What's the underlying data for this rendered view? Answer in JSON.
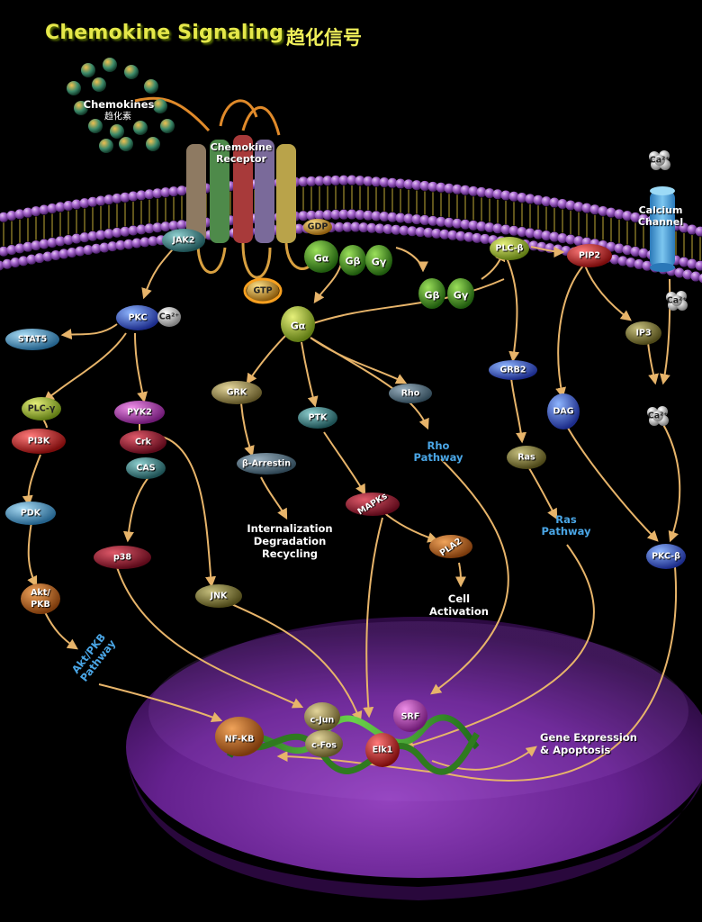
{
  "title": {
    "en": "Chemokine Signaling",
    "zh": "趋化信号"
  },
  "labels": {
    "chemokines": "Chemokines",
    "chemokines_zh": "趋化素",
    "receptor": "Chemokine\nReceptor",
    "calcium_channel": "Calcium\nChannel",
    "ca_top": "Ca²⁺",
    "ca_pkc": "Ca²⁺",
    "ca_mid": "Ca²⁺",
    "ca_low": "Ca²⁺",
    "jak2": "JAK2",
    "gdp": "GDP",
    "galpha1": "Gα",
    "gbeta1": "Gβ",
    "ggamma1": "Gγ",
    "gbeta2": "Gβ",
    "ggamma2": "Gγ",
    "plcbeta": "PLC-β",
    "pip2": "PIP2",
    "pkc": "PKC",
    "gtp": "GTP",
    "galpha2": "Gα",
    "stat5": "STAT5",
    "ip3": "IP3",
    "grb2": "GRB2",
    "grk": "GRK",
    "rho": "Rho",
    "plcgamma": "PLC-γ",
    "pyk2": "PYK2",
    "pi3k": "PI3K",
    "crk": "Crk",
    "ptk": "PTK",
    "dag": "DAG",
    "rho_pathway": "Rho\nPathway",
    "ras": "Ras",
    "cas": "CAS",
    "barrestin": "β-Arrestin",
    "mapks": "MAPKs",
    "pdk": "PDK",
    "internalization": "Internalization\nDegradation\nRecycling",
    "ras_pathway": "Ras\nPathway",
    "p38": "p38",
    "pla2": "PLA2",
    "pkcbeta": "PKC-β",
    "jnk": "JNK",
    "cell_activation": "Cell\nActivation",
    "akt": "Akt/\nPKB",
    "akt_pathway": "Akt/PKB\nPathway",
    "cjun": "c-Jun",
    "srf": "SRF",
    "nfkb": "NF-KB",
    "cfos": "c-Fos",
    "elk1": "Elk1",
    "gene_expression": "Gene Expression\n& Apoptosis"
  },
  "colors": {
    "title": "#e5e84a",
    "arrow": "#e7b46a",
    "pathway_text": "#4aa6e6",
    "membrane": "#8e4fb3",
    "nucleus": "#6a2a8c"
  }
}
